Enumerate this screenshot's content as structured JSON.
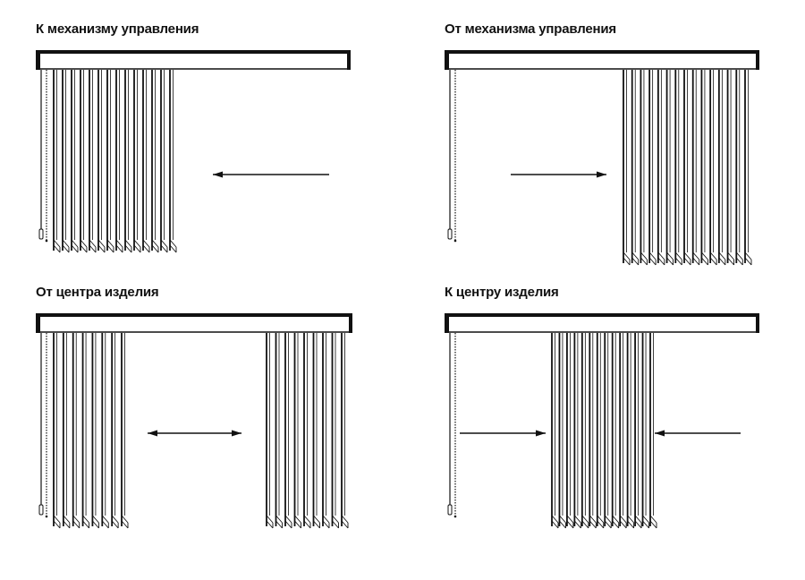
{
  "panels": [
    {
      "title": "К механизму управления",
      "direction": "left",
      "slat_groups": [
        14
      ]
    },
    {
      "title": "От механизма управления",
      "direction": "right",
      "slat_groups": [
        15
      ]
    },
    {
      "title": "От центра изделия",
      "direction": "both-outward",
      "slat_groups": [
        8,
        9
      ]
    },
    {
      "title": "К центру изделия",
      "direction": "both-inward",
      "slat_groups": [
        14
      ]
    }
  ],
  "colors": {
    "line": "#111111",
    "background": "#ffffff"
  }
}
